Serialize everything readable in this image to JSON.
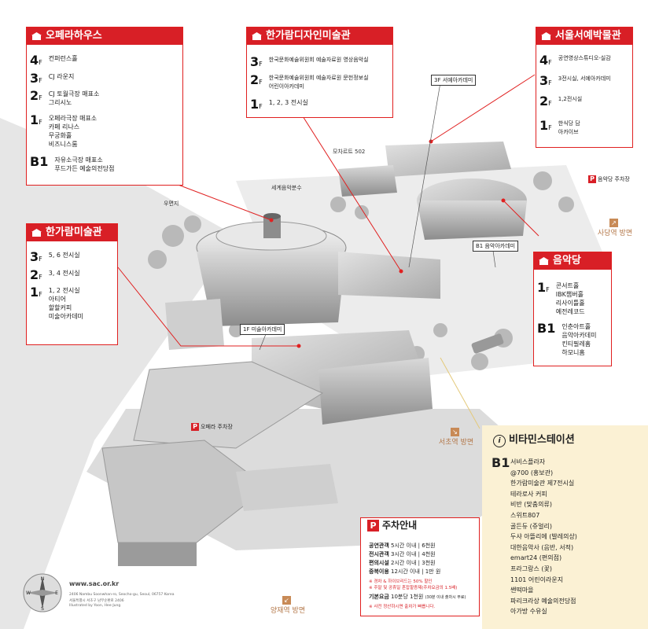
{
  "panels": {
    "opera": {
      "title": "오페라하우스",
      "floors": [
        {
          "num": "4",
          "unit": "F",
          "items": [
            "컨퍼런스홀"
          ]
        },
        {
          "num": "3",
          "unit": "F",
          "items": [
            "CJ 라운지"
          ]
        },
        {
          "num": "2",
          "unit": "F",
          "items": [
            "CJ 토월극장 매표소",
            "그리시노"
          ]
        },
        {
          "num": "1",
          "unit": "F",
          "items": [
            "오페라극장 매표소",
            "카페 리나스",
            "무궁화홀",
            "비즈니스룸"
          ]
        },
        {
          "num": "B1",
          "unit": "",
          "items": [
            "자유소극장 매표소",
            "푸드가든 예술의전당점"
          ]
        }
      ]
    },
    "design": {
      "title": "한가람디자인미술관",
      "floors": [
        {
          "num": "3",
          "unit": "F",
          "items": [
            "한국문화예술위원회 예술자료원 영상음악실"
          ]
        },
        {
          "num": "2",
          "unit": "F",
          "items": [
            "한국문화예술위원회 예술자료원 문헌정보실",
            "어린이아카데미"
          ]
        },
        {
          "num": "1",
          "unit": "F",
          "items": [
            "1, 2, 3 전시실"
          ]
        }
      ]
    },
    "calligraphy": {
      "title": "서울서예박물관",
      "floors": [
        {
          "num": "4",
          "unit": "F",
          "items": [
            "공연영상스튜디오-실감"
          ]
        },
        {
          "num": "3",
          "unit": "F",
          "items": [
            "3전시실, 서예아카데미"
          ]
        },
        {
          "num": "2",
          "unit": "F",
          "items": [
            "1,2전시실"
          ]
        },
        {
          "num": "1",
          "unit": "F",
          "items": [
            "한식당 담",
            "아카이브"
          ]
        }
      ]
    },
    "hangaram": {
      "title": "한가람미술관",
      "floors": [
        {
          "num": "3",
          "unit": "F",
          "items": [
            "5, 6 전시실"
          ]
        },
        {
          "num": "2",
          "unit": "F",
          "items": [
            "3, 4 전시실"
          ]
        },
        {
          "num": "1",
          "unit": "F",
          "items": [
            "1, 2 전시실",
            "아티어",
            "할할커피",
            "미술아카데미"
          ]
        }
      ]
    },
    "music": {
      "title": "음악당",
      "floors": [
        {
          "num": "1",
          "unit": "F",
          "items": [
            "콘서트홀",
            "IBK챔버홀",
            "리사이틀홀",
            "예전레코드"
          ]
        },
        {
          "num": "B1",
          "unit": "",
          "items": [
            "인춘아트홀",
            "음악아카데미",
            "킨티필레홈",
            "하모니홈"
          ]
        }
      ]
    }
  },
  "map_labels": {
    "mozart": "모차르트 502",
    "fountain": "세계음악분수",
    "pond": "우면지",
    "tag_3f": "3F 서예아카데미",
    "tag_b1": "B1 음악아카데미",
    "tag_1f": "1F 미술아카데미",
    "parking_music": "음악당 주차장",
    "parking_opera": "오페라 주차장",
    "dir_sadang": "사당역 방면",
    "dir_seocho": "서초역 방면",
    "dir_yangjae": "양재역 방면"
  },
  "vitamin": {
    "title": "비타민스테이션",
    "floor": "B1",
    "items": [
      "서비스플라자",
      "@700 (홍보관)",
      "한가람미술관 제7전시실",
      "테라로사 커피",
      "비반 (맞춤의류)",
      "스위트807",
      "골든듀 (쥬얼리)",
      "두샤 아뜰리에 (발레의상)",
      "대한음악사 (음반, 서적)",
      "emart24 (편의점)",
      "프라그랑스 (꽃)",
      "1101 어린이라운지",
      "쌘떡마을",
      "파리크라상 예술의전당점",
      "아가방 수유실"
    ]
  },
  "parking_info": {
    "title": "주차안내",
    "rows": [
      {
        "label": "공연관객",
        "value": "5시간 이내 | 6천원"
      },
      {
        "label": "전시관객",
        "value": "3시간 이내 | 4천원"
      },
      {
        "label": "편의시설",
        "value": "2시간 이내 | 3천원"
      },
      {
        "label": "중복이용",
        "value": "12시간 이내 | 1만 원"
      }
    ],
    "note1": "※ 경차 & 하이브리드는 50% 할인",
    "note2": "※ 주말 및 공휴일 혼잡할증제(주차요금의 1.5배)",
    "basic_label": "기본요금",
    "basic_value": "10분당 1천원",
    "basic_extra": "(30분 이내 출차시 무료)",
    "note3": "※ 사전 정산하시면 출차가 빠릅니다."
  },
  "footer": {
    "url": "www.sac.or.kr",
    "address_en": "2406 Nambu Soonwhan-ro, Seocho-gu, Seoul, 06757 Korea",
    "address_kr": "서울특별시 서초구 남부순환로 2406",
    "credit": "Illustrated by Yoon, Hee-Jung"
  },
  "compass": [
    "N",
    "E",
    "S",
    "W"
  ],
  "colors": {
    "accent": "#d81f26",
    "vitamin_bg": "#fbf1d4",
    "direction": "#c88a56"
  }
}
